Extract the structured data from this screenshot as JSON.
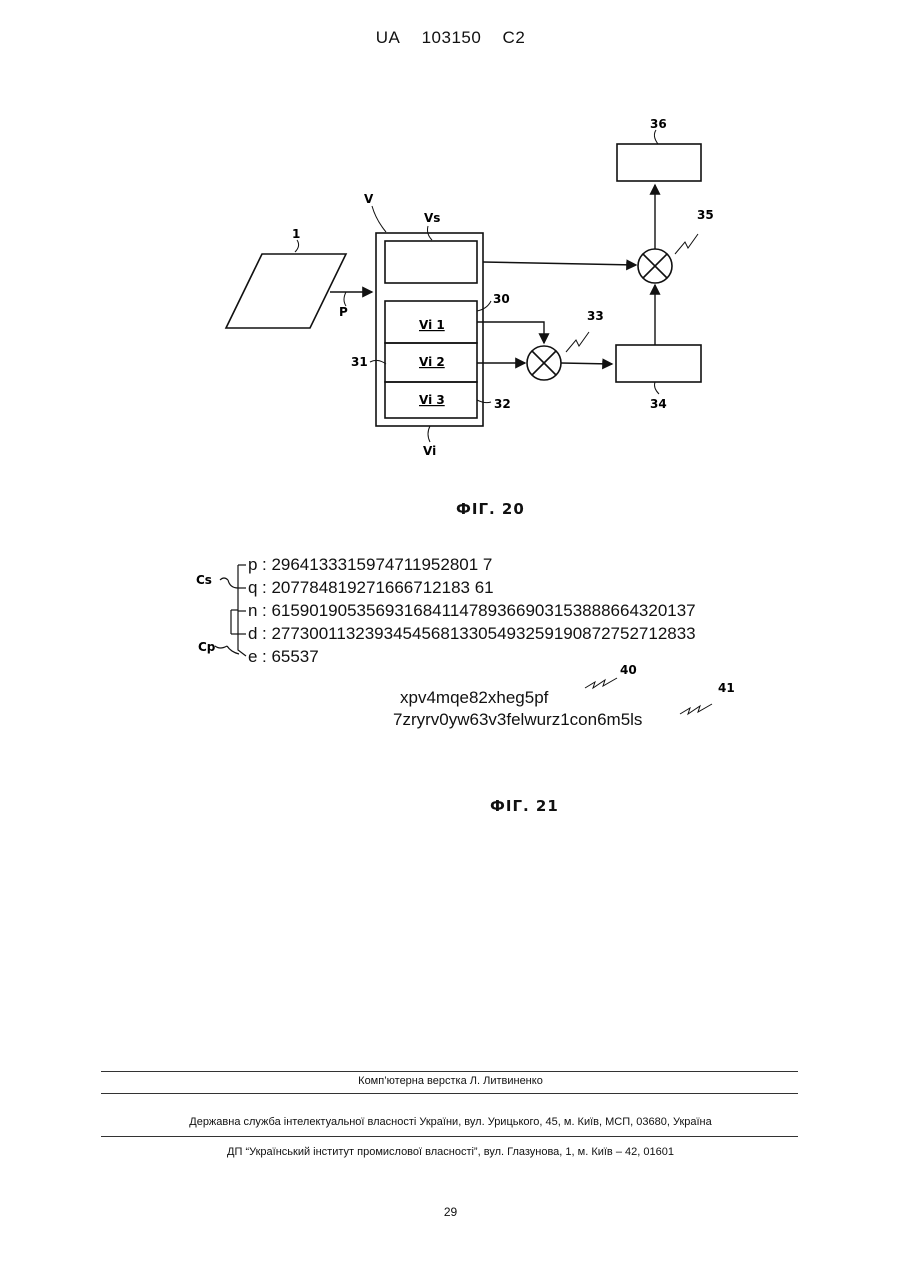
{
  "header": {
    "country": "UA",
    "number": "103150",
    "kind": "C2"
  },
  "figure20": {
    "caption": "ФІГ. 20",
    "labels": {
      "ref1": "1",
      "refP": "P",
      "refV": "V",
      "refVs": "Vs",
      "refVi": "Vi",
      "vi1": "Vi 1",
      "vi2": "Vi 2",
      "vi3": "Vi 3",
      "ref30": "30",
      "ref31": "31",
      "ref32": "32",
      "ref33": "33",
      "ref34": "34",
      "ref35": "35",
      "ref36": "36"
    }
  },
  "figure21": {
    "caption": "ФІГ. 21",
    "label_cs": "Cs",
    "label_cp": "Cp",
    "lines": [
      {
        "sym": "p",
        "value": ": 2964133315974711952801 7"
      },
      {
        "sym": "q",
        "value": ": 207784819271666712183 61"
      },
      {
        "sym": "n",
        "value": ": 615901905356931684114789366903153888664320137"
      },
      {
        "sym": "d",
        "value": ": 277300113239345456813305493259190872752712833"
      },
      {
        "sym": "e",
        "value": ": 65537"
      }
    ],
    "code40": "xpv4mqe82xheg5pf",
    "code41": "7zryrv0yw63v3felwurz1con6m5ls",
    "ref40": "40",
    "ref41": "41"
  },
  "footer": {
    "typesetting": "Комп’ютерна верстка Л. Литвиненко",
    "agency": "Державна служба інтелектуальної власності України, вул. Урицького, 45, м. Київ, МСП, 03680, Україна",
    "institute": "ДП “Український інститут промислової власності”, вул. Глазунова, 1, м. Київ – 42, 01601"
  },
  "page_number": "29"
}
